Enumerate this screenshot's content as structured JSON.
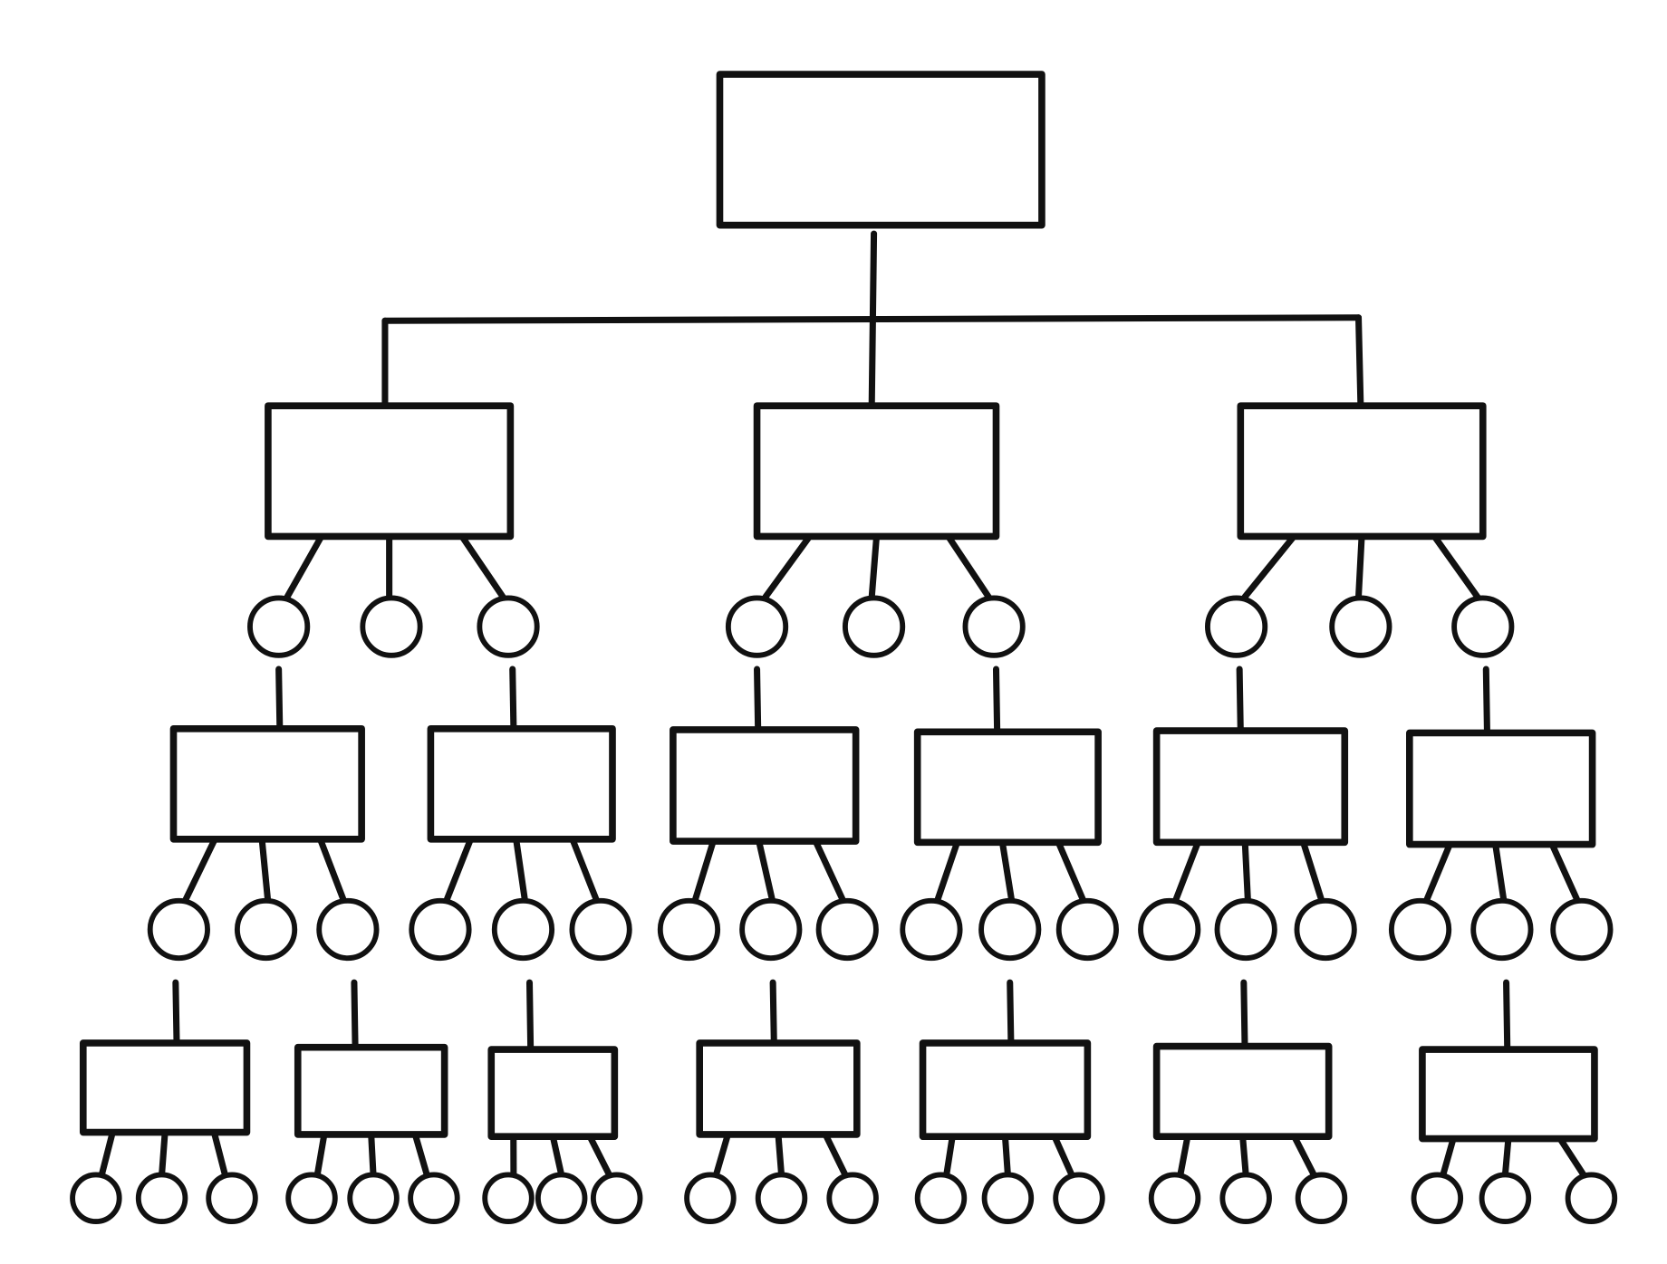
{
  "diagram": {
    "type": "hierarchy-tree",
    "style": "hand-drawn",
    "stroke_color": "#111111",
    "background": "#ffffff",
    "box_counts_per_level": [
      1,
      3,
      6,
      7
    ],
    "circle_counts_per_level": [
      9,
      18,
      21
    ],
    "children_per_box": 3
  }
}
